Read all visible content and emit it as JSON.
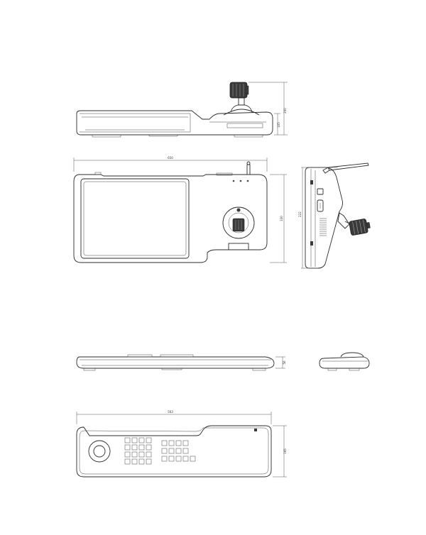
{
  "drawing": {
    "view_top": {
      "dims": {
        "height_total": "200",
        "height_body": "105"
      }
    },
    "view_plan": {
      "dims": {
        "width": "650",
        "depth": "330"
      }
    },
    "view_side": {
      "dims": {
        "height": "222"
      }
    },
    "view_keyboard_front": {
      "dims": {
        "height": "56"
      }
    },
    "view_keyboard_plan": {
      "dims": {
        "width": "563",
        "depth": "165"
      }
    }
  },
  "colors": {
    "line": "#2b2b2b",
    "fill_dark": "#3a3a3a",
    "background": "#ffffff"
  }
}
